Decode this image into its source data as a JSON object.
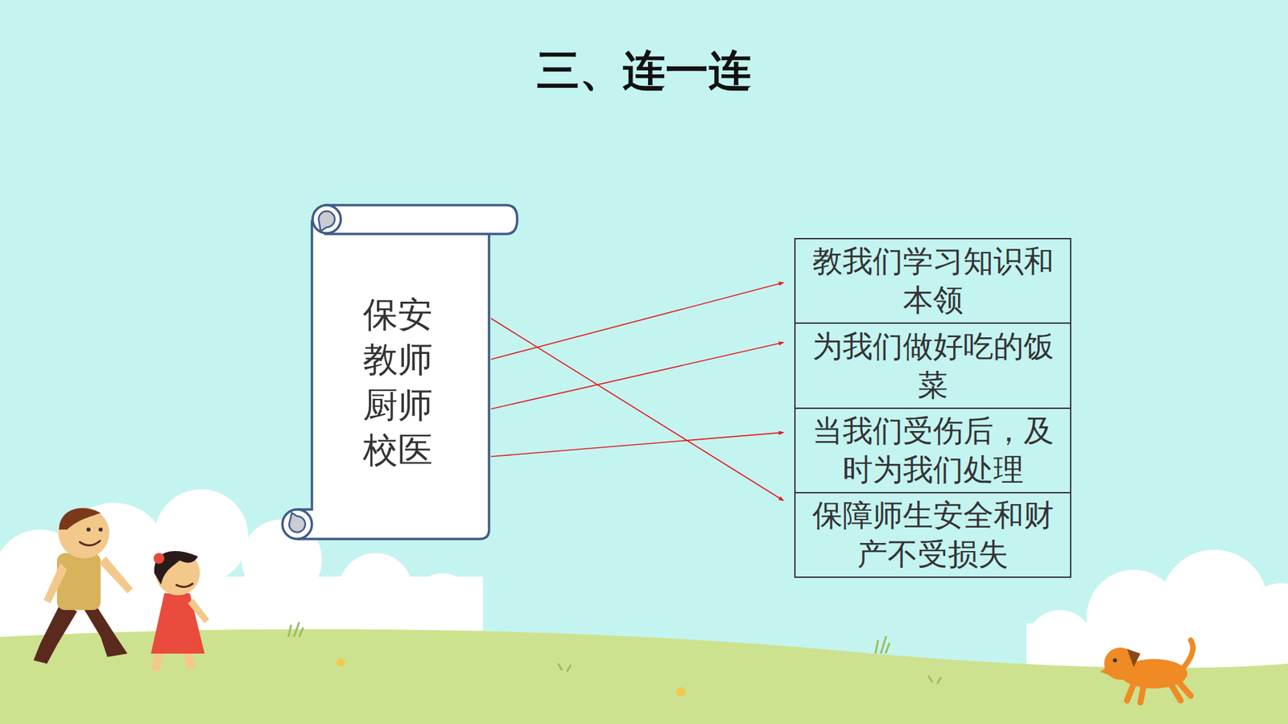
{
  "diagram": {
    "title": "三、连一连",
    "nodes": [
      {
        "text": [
          "保安"
        ]
      },
      {
        "text": [
          "教师"
        ]
      },
      {
        "text": [
          "厨师"
        ]
      },
      {
        "text": [
          "校医"
        ]
      },
      {
        "text": [
          "教我们学习知识和本领"
        ]
      },
      {
        "text": [
          "为我们做好吃的饭菜"
        ]
      },
      {
        "text": [
          "当我们受伤后，及时为我们处理"
        ]
      },
      {
        "text": [
          "保障师生安全和财产不受损失"
        ]
      }
    ],
    "edges": [
      {
        "from": 0,
        "to": 7,
        "arrow": "to"
      },
      {
        "from": 1,
        "to": 4,
        "arrow": "to"
      },
      {
        "from": 2,
        "to": 5,
        "arrow": "to"
      },
      {
        "from": 3,
        "to": 6,
        "arrow": "to"
      }
    ]
  }
}
